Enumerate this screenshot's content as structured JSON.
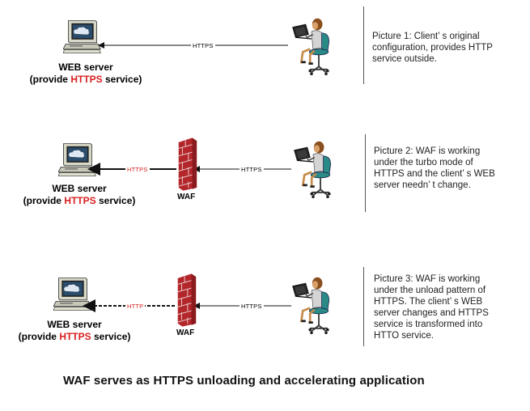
{
  "panels": [
    {
      "server_label_line1": "WEB server",
      "server_label_pre": "(provide ",
      "server_label_hl": "HTTPS",
      "server_label_post": " service)",
      "left_protocol": "",
      "right_protocol": "HTTPS",
      "waf_label": "",
      "caption_lines": [
        "Picture 1: Client’ s original",
        "configuration, provides HTTP",
        "service outside."
      ]
    },
    {
      "server_label_line1": "WEB server",
      "server_label_pre": "(provide ",
      "server_label_hl": "HTTPS",
      "server_label_post": " service)",
      "left_protocol": "HTTPS",
      "right_protocol": "HTTPS",
      "waf_label": "WAF",
      "caption_lines": [
        "Picture 2: WAF is working",
        "under the turbo mode of",
        "HTTPS and the client’ s WEB",
        "server needn’ t change."
      ]
    },
    {
      "server_label_line1": "WEB server",
      "server_label_pre": "(provide ",
      "server_label_hl": "HTTPS",
      "server_label_post": " service)",
      "left_protocol": "HTTP",
      "right_protocol": "HTTPS",
      "waf_label": "WAF",
      "caption_lines": [
        "Picture 3: WAF is working",
        "under the unload pattern of",
        "HTTPS. The client’ s WEB",
        "server changes and HTTPS",
        "service is transformed into",
        "HTTO service."
      ]
    }
  ],
  "footer": "WAF serves as HTTPS unloading and accelerating application",
  "colors": {
    "highlight": "#d81e1e",
    "firewall": "#c62a2a",
    "chair": "#2a8a86",
    "skin": "#c78b4a"
  }
}
